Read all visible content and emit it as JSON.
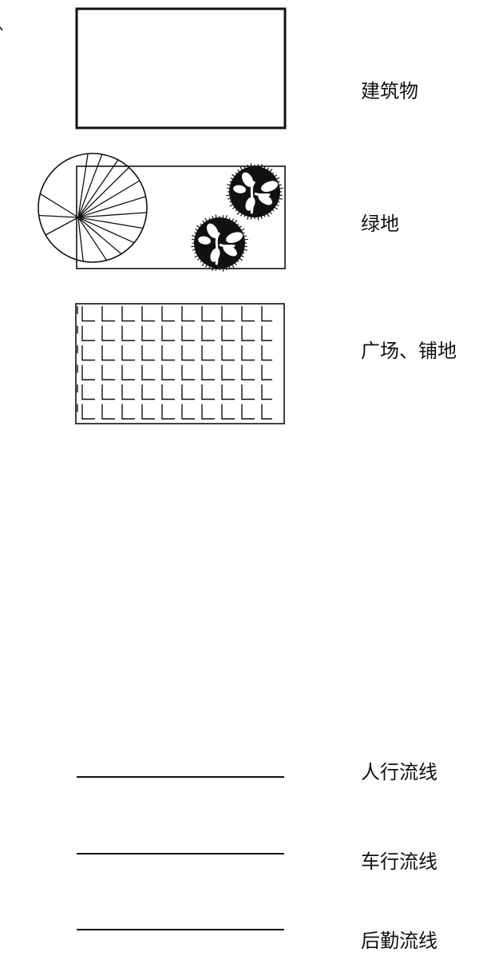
{
  "legend": {
    "building": {
      "label": "建筑物"
    },
    "green_space": {
      "label": "绿地"
    },
    "plaza_paving": {
      "label": "广场、铺地"
    },
    "pedestrian_flow": {
      "label": "人行流线"
    },
    "vehicle_flow": {
      "label": "车行流线"
    },
    "logistics_flow": {
      "label": "后勤流线"
    }
  },
  "colors": {
    "ink": "#111111",
    "background": "#ffffff"
  }
}
